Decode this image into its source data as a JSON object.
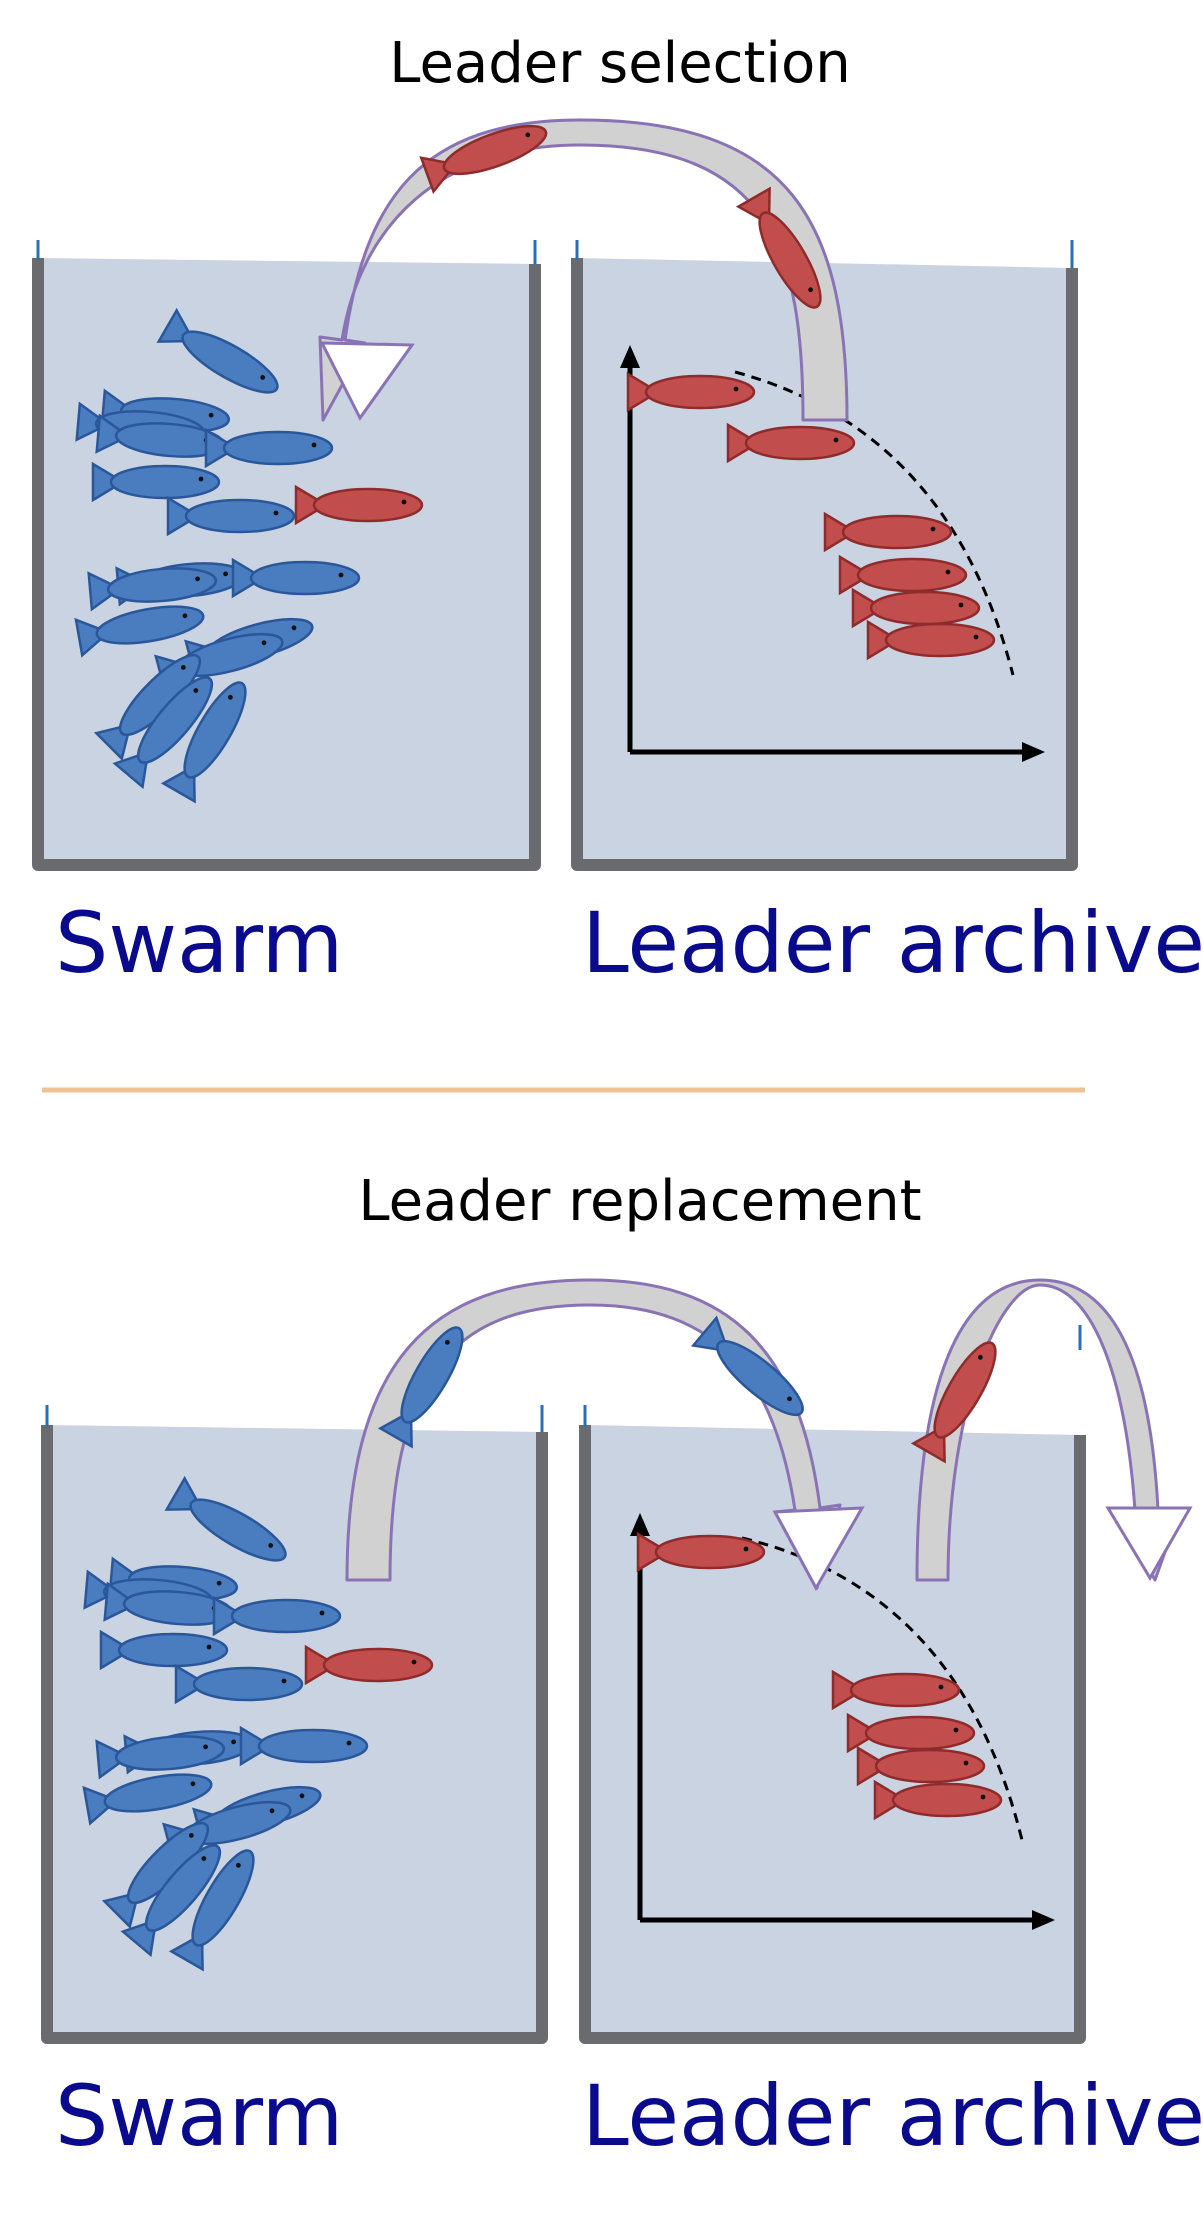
{
  "top_panel": {
    "title": "Leader selection",
    "swarm_label": "Swarm",
    "archive_label": "Leader archive"
  },
  "bottom_panel": {
    "title": "Leader replacement",
    "swarm_label": "Swarm",
    "archive_label": "Leader archive"
  },
  "colors": {
    "water": "#c9d3e1",
    "tank_wall": "#6a6b6e",
    "swarm_fish": "#4a7cc0",
    "swarm_fish_stroke": "#2a579a",
    "leader_fish": "#c24d4d",
    "leader_fish_stroke": "#8e2b2b",
    "arrow_outline": "#8a73b5",
    "arrow_fill": "#d1d1d1",
    "divider": "#f1c196",
    "label_blue": "#0a0a8c"
  }
}
